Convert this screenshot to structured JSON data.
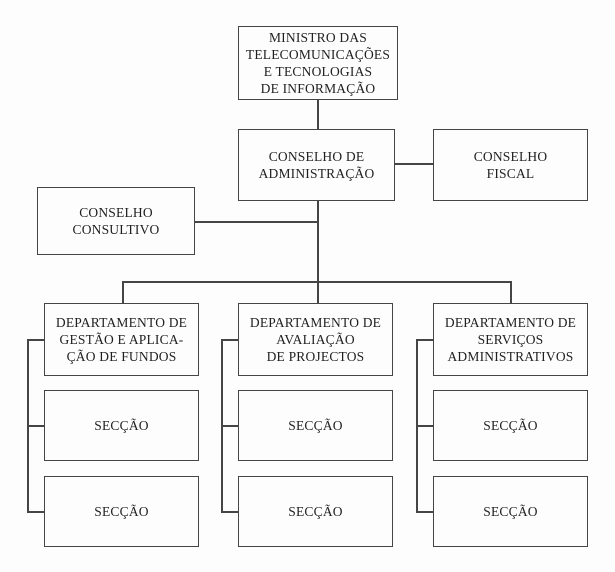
{
  "diagram": {
    "type": "org-chart",
    "root": {
      "label": "MINISTRO DAS\nTELECOMUNICAÇÕES\nE TECNOLOGIAS\nDE INFORMAÇÃO"
    },
    "board": {
      "label": "CONSELHO DE\nADMINISTRAÇÃO"
    },
    "fiscal_council": {
      "label": "CONSELHO\nFISCAL"
    },
    "advisory_council": {
      "label": "CONSELHO\nCONSULTIVO"
    },
    "departments": [
      {
        "label": "DEPARTAMENTO DE\nGESTÃO E APLICA-\nÇÃO DE FUNDOS",
        "sections": [
          "SECÇÃO",
          "SECÇÃO"
        ]
      },
      {
        "label": "DEPARTAMENTO DE\nAVALIAÇÃO\nDE PROJECTOS",
        "sections": [
          "SECÇÃO",
          "SECÇÃO"
        ]
      },
      {
        "label": "DEPARTAMENTO DE\nSERVIÇOS\nADMINISTRATIVOS",
        "sections": [
          "SECÇÃO",
          "SECÇÃO"
        ]
      }
    ],
    "colors": {
      "line": "#454545",
      "text": "#1f1f1f",
      "background": "#fdfdfd"
    }
  }
}
